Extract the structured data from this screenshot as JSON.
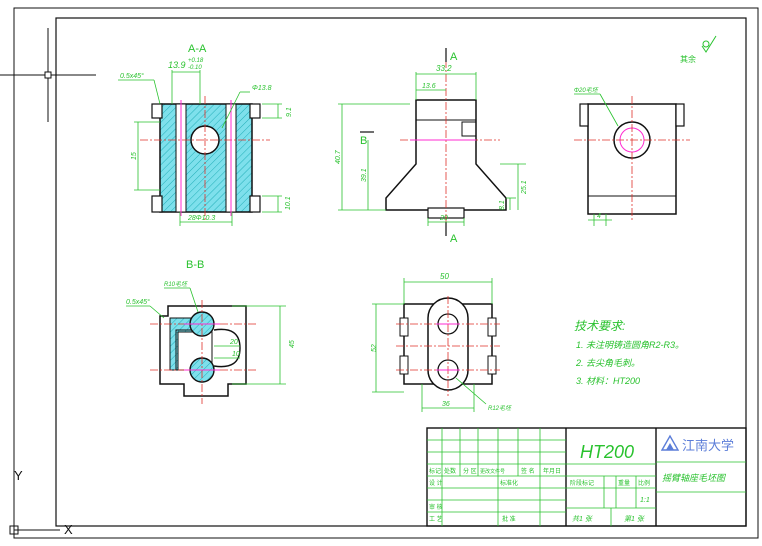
{
  "views": {
    "section_aa": "A-A",
    "section_bb": "B-B"
  },
  "section_marks": {
    "a_top": "A",
    "a_bottom": "A",
    "b_left": "B"
  },
  "roughness_note": "其余",
  "dimensions": {
    "aa_chamfer": "0.5x45°",
    "aa_width": "13.9",
    "aa_tol_upper": "+0.18",
    "aa_tol_lower": "-0.10",
    "aa_hole": "Φ13.8",
    "aa_top": "9.1",
    "aa_height": "15",
    "aa_bottom": "10.1",
    "aa_bottom_width": "28Φ10.3",
    "front_width": "33.2",
    "front_inner": "13.6",
    "front_height": "40.7",
    "front_mid": "39.1",
    "front_right": "25.1",
    "front_base": "8.1",
    "front_bottom": "20",
    "side_hole": "Φ20毛坯",
    "side_small": "4",
    "bb_radius": "R10毛坯",
    "bb_chamfer": "0.5x45°",
    "bb_20": "20",
    "bb_10": "10",
    "bb_height": "45",
    "top_width": "50",
    "top_height": "52",
    "top_bottom": "36",
    "top_radius": "R12毛坯"
  },
  "tech_requirements": {
    "heading": "技术要求:",
    "item1": "1. 未注明铸造圆角R2-R3。",
    "item2": "2. 去尖角毛刺。",
    "item3": "3. 材料：HT200"
  },
  "title_block": {
    "material": "HT200",
    "school": "江南大学",
    "drawing_name": "摇臂轴座毛坯图",
    "row1": [
      "标记",
      "处数",
      "分 区",
      "更改文件号",
      "签 名",
      "年月日"
    ],
    "designer": "设 计",
    "standardize": "标准化",
    "stage_mark": "阶段标记",
    "weight": "重量",
    "scale": "比例",
    "scale_value": "1:1",
    "review": "审 核",
    "process": "工 艺",
    "approve": "批 准",
    "sheets_total": "共1 张",
    "sheet_no": "第1 张"
  },
  "ucs": {
    "x": "X",
    "y": "Y"
  }
}
